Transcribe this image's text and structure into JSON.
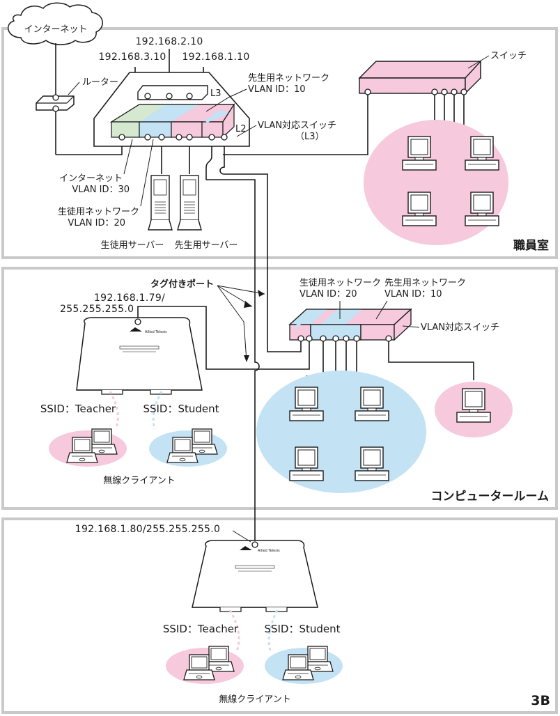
{
  "rooms": {
    "staff": "職員室",
    "computer": "コンピュータールーム",
    "third": "3B"
  },
  "cloud": {
    "label": "インターネット"
  },
  "router": {
    "label": "ルーター"
  },
  "core_switch": {
    "ip_top": "192.168.2.10",
    "ip_left": "192.168.3.10",
    "ip_right": "192.168.1.10",
    "l3_label": "L3",
    "l2_label": "L2",
    "desc_line1": "VLAN対応スイッチ",
    "desc_line2": "（L3）"
  },
  "staff_switch": {
    "label": "スイッチ"
  },
  "vlans": {
    "teacher": {
      "line1": "先生用ネットワーク",
      "line2": "VLAN ID：10"
    },
    "student": {
      "line1": "生徒用ネットワーク",
      "line2": "VLAN ID：20"
    },
    "internet": {
      "line1": "インターネット",
      "line2": "VLAN ID：30"
    }
  },
  "servers": {
    "student": "生徒用サーバー",
    "teacher": "先生用サーバー"
  },
  "tagged_port": {
    "label": "タグ付きポート"
  },
  "room_switch": {
    "student_line1": "生徒用ネットワーク",
    "student_line2": "VLAN ID：20",
    "teacher_line1": "先生用ネットワーク",
    "teacher_line2": "VLAN ID：10",
    "label": "VLAN対応スイッチ"
  },
  "ap1": {
    "ip_line1": "192.168.1.79/",
    "ip_line2": "255.255.255.0",
    "brand": "Allied Telesis",
    "ssid_teacher": "SSID：Teacher",
    "ssid_student": "SSID：Student",
    "clients": "無線クライアント"
  },
  "ap2": {
    "ip": "192.168.1.80/255.255.255.0",
    "brand": "Allied Telesis",
    "ssid_teacher": "SSID：Teacher",
    "ssid_student": "SSID：Student",
    "clients": "無線クライアント"
  },
  "colors": {
    "pink": "#f6c9dc",
    "blue": "#c3e2f4",
    "green": "#d4e9cf",
    "frame": "#c9c9c9",
    "line": "#1a1a1a"
  }
}
